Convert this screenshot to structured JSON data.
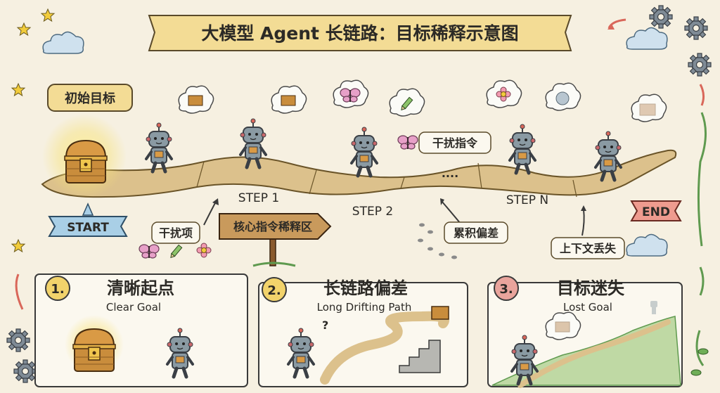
{
  "title": "大模型 Agent 长链路：目标稀释示意图",
  "labels": {
    "initial_goal": "初始目标",
    "start": "START",
    "end": "END",
    "step1": "STEP 1",
    "step2": "STEP 2",
    "stepn": "STEP N",
    "dots": "....",
    "interference_cmd": "干扰指令",
    "interference_item": "干扰项",
    "signpost": "核心指令稀释区",
    "accumulated_bias": "累积偏差",
    "context_loss": "上下文丢失"
  },
  "panels": [
    {
      "num": "1.",
      "title_cn": "清晰起点",
      "title_en": "Clear Goal",
      "num_color": "#f2d36b"
    },
    {
      "num": "2.",
      "title_cn": "长链路偏差",
      "title_en": "Long Drifting Path",
      "num_color": "#f2d36b"
    },
    {
      "num": "3.",
      "title_cn": "目标迷失",
      "title_en": "Lost Goal",
      "num_color": "#e9a49c"
    }
  ],
  "colors": {
    "paper": "#f6f0e1",
    "path": "#dcc18c",
    "robot": "#8a9aa3",
    "chest": "#c98d3c",
    "start_banner": "#a9cfe6",
    "end_banner": "#ee9b8f",
    "accent_green": "#5f9a4f",
    "accent_red": "#d9675a"
  },
  "icons": [
    "gear-icon",
    "star-icon",
    "cloud-icon",
    "butterfly-icon",
    "flower-icon",
    "pencil-icon",
    "treasure-chest-icon",
    "robot-icon",
    "question-mark-icon",
    "leaf-icon"
  ]
}
